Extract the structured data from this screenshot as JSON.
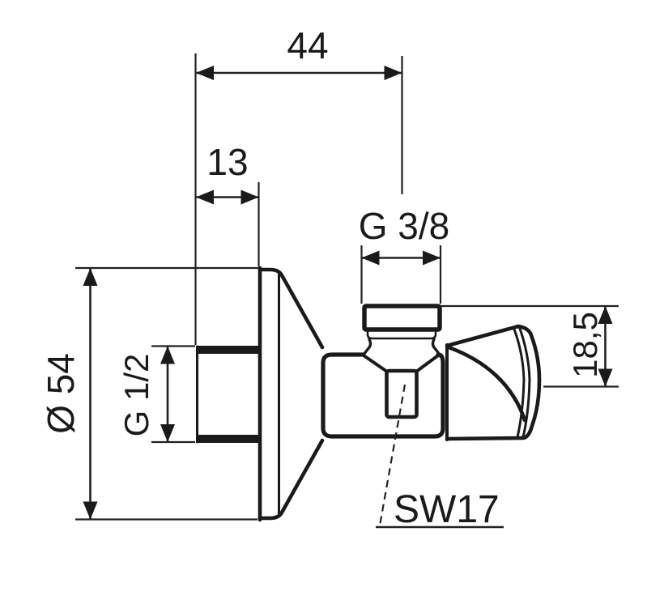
{
  "drawing": {
    "background": "#ffffff",
    "line_color": "#1a1a1a",
    "labels": {
      "width_overall": "44",
      "nipple_length": "13",
      "outlet_thread": "G 3/8",
      "flange_diameter": "Ø 54",
      "inlet_thread": "G 1/2",
      "handle_height": "18,5",
      "wrench_size": "SW17"
    }
  }
}
